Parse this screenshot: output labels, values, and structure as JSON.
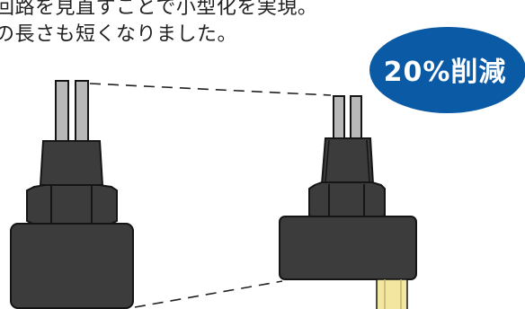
{
  "caption": {
    "line1": "回路を見直すことで小型化を実現。",
    "line2": "の長さも短くなりました。"
  },
  "badge": {
    "label": "20%削減",
    "color": "#0a5aa6"
  },
  "colors": {
    "body": "#3c3c3c",
    "outline": "#151515",
    "pin": "#b8b8b8",
    "wire": "#f3e6a0"
  }
}
